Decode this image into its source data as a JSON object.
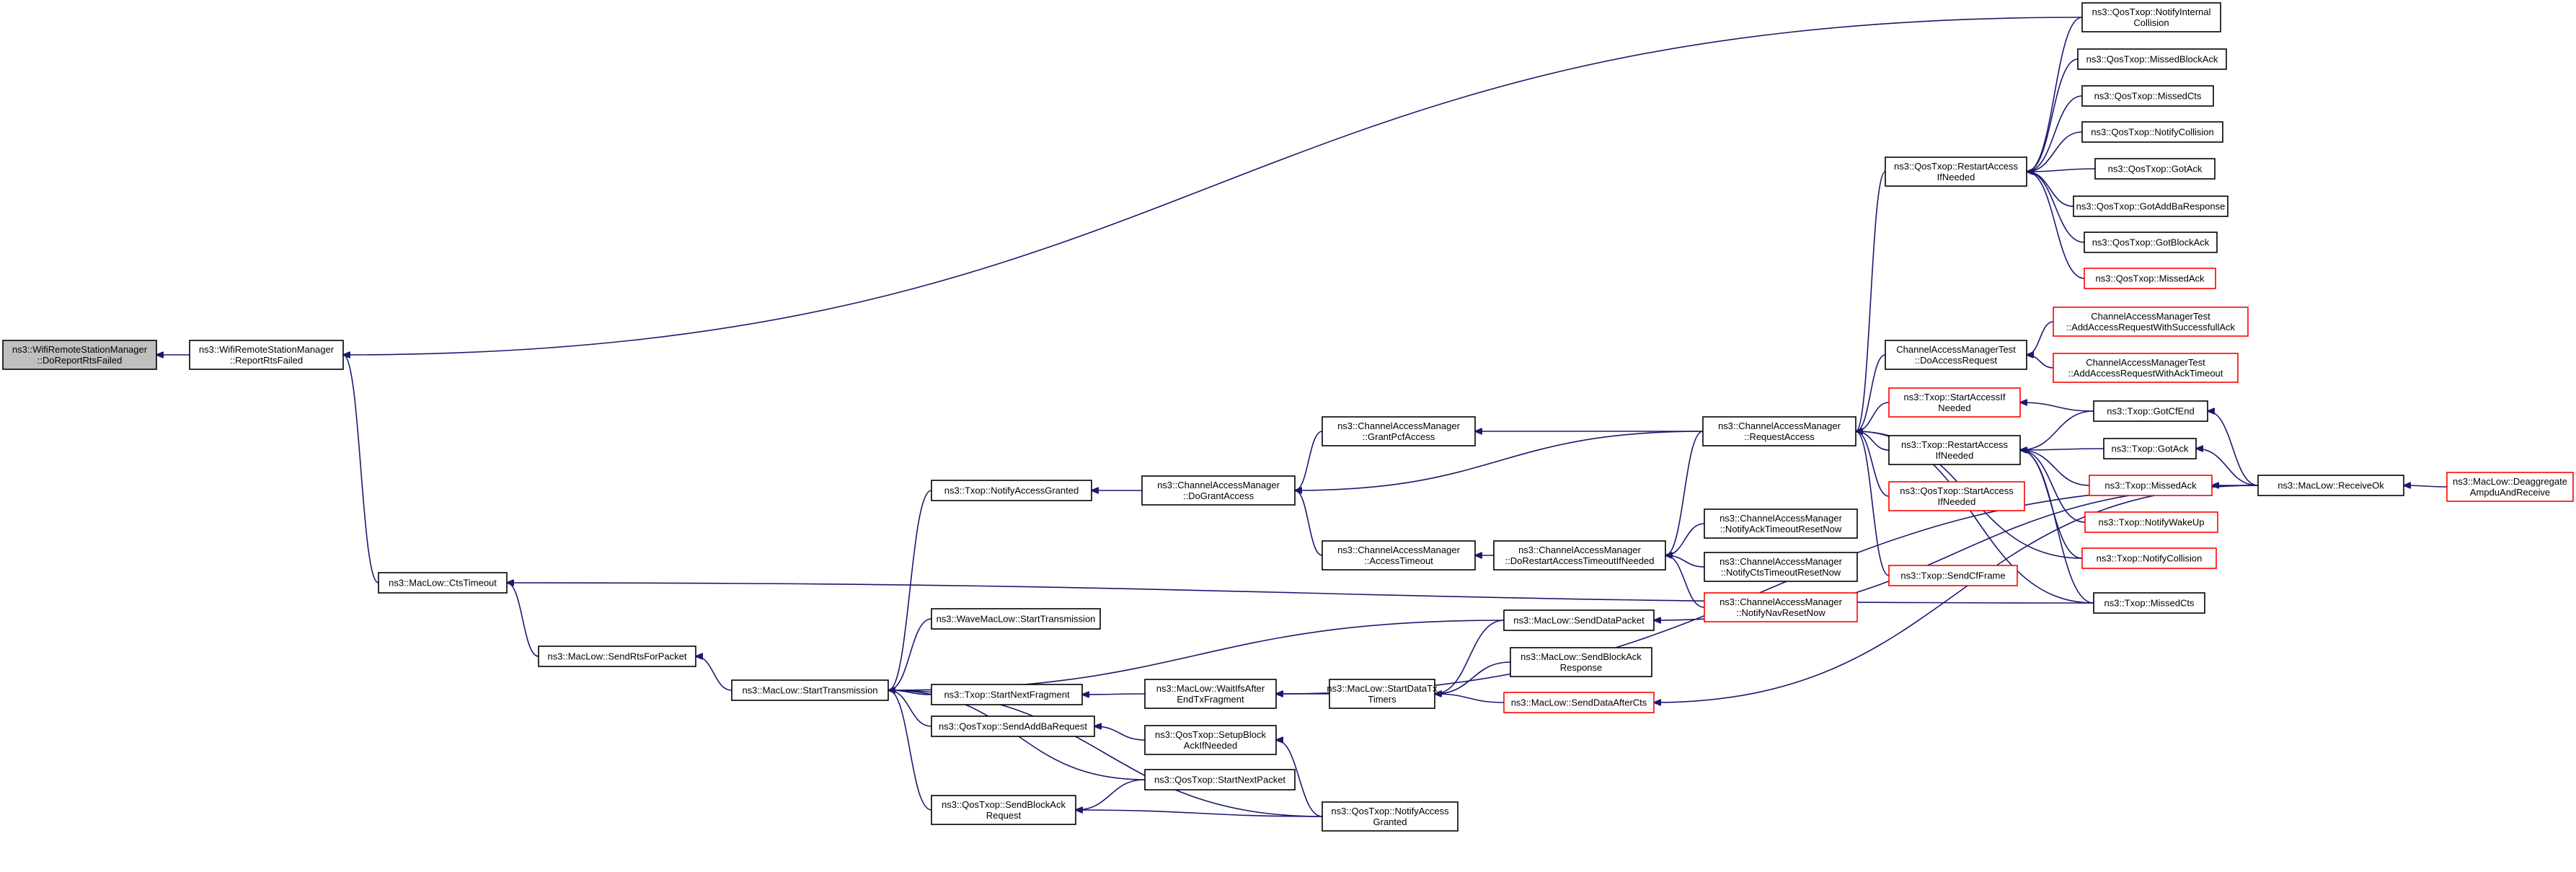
{
  "colors": {
    "edge": "#191970",
    "node_border": "#000000",
    "truncated_border": "#ff0000",
    "root_fill": "#bfbfbf",
    "background": "#ffffff"
  },
  "nodes": {
    "n_root": [
      "ns3::WifiRemoteStationManager",
      "::DoReportRtsFailed"
    ],
    "n_rrf": [
      "ns3::WifiRemoteStationManager",
      "::ReportRtsFailed"
    ],
    "n_ctsto": [
      "ns3::MacLow::CtsTimeout"
    ],
    "n_srfp": [
      "ns3::MacLow::SendRtsForPacket"
    ],
    "n_st": [
      "ns3::MacLow::StartTransmission"
    ],
    "n_nag": [
      "ns3::Txop::NotifyAccessGranted"
    ],
    "n_wst": [
      "ns3::WaveMacLow::StartTransmission"
    ],
    "n_tsnf": [
      "ns3::Txop::StartNextFragment"
    ],
    "n_qsabr": [
      "ns3::QosTxop::SendAddBaRequest"
    ],
    "n_qsbar": [
      "ns3::QosTxop::SendBlockAck",
      "Request"
    ],
    "n_dga": [
      "ns3::ChannelAccessManager",
      "::DoGrantAccess"
    ],
    "n_gpa": [
      "ns3::ChannelAccessManager",
      "::GrantPcfAccess"
    ],
    "n_at": [
      "ns3::ChannelAccessManager",
      "::AccessTimeout"
    ],
    "n_wiaetf": [
      "ns3::MacLow::WaitIfsAfter",
      "EndTxFragment"
    ],
    "n_qssban": [
      "ns3::QosTxop::SetupBlock",
      "AckIfNeeded"
    ],
    "n_qsnf": [
      "ns3::QosTxop::StartNextPacket"
    ],
    "n_qnag": [
      "ns3::QosTxop::NotifyAccess",
      "Granted"
    ],
    "n_sdt": [
      "ns3::MacLow::StartDataTx",
      "Timers"
    ],
    "n_ra": [
      "ns3::ChannelAccessManager",
      "::RequestAccess"
    ],
    "n_drati": [
      "ns3::ChannelAccessManager",
      "::DoRestartAccessTimeoutIfNeeded"
    ],
    "n_sdp": [
      "ns3::MacLow::SendDataPacket"
    ],
    "n_sbar": [
      "ns3::MacLow::SendBlockAck",
      "Response"
    ],
    "n_sdac": [
      "ns3::MacLow::SendDataAfterCts"
    ],
    "n_natr": [
      "ns3::ChannelAccessManager",
      "::NotifyAckTimeoutResetNow"
    ],
    "n_nctr": [
      "ns3::ChannelAccessManager",
      "::NotifyCtsTimeoutResetNow"
    ],
    "n_nnr": [
      "ns3::ChannelAccessManager",
      "::NotifyNavResetNow"
    ],
    "n_qrai": [
      "ns3::QosTxop::RestartAccess",
      "IfNeeded"
    ],
    "n_camt": [
      "ChannelAccessManagerTest",
      "::DoAccessRequest"
    ],
    "n_tsai": [
      "ns3::Txop::StartAccessIf",
      "Needed"
    ],
    "n_trai": [
      "ns3::Txop::RestartAccess",
      "IfNeeded"
    ],
    "n_qsai": [
      "ns3::QosTxop::StartAccess",
      "IfNeeded"
    ],
    "n_tscf": [
      "ns3::Txop::SendCfFrame"
    ],
    "n_qnic": [
      "ns3::QosTxop::NotifyInternal",
      "Collision"
    ],
    "n_qmba": [
      "ns3::QosTxop::MissedBlockAck"
    ],
    "n_qmc": [
      "ns3::QosTxop::MissedCts"
    ],
    "n_qnc": [
      "ns3::QosTxop::NotifyCollision"
    ],
    "n_qga": [
      "ns3::QosTxop::GotAck"
    ],
    "n_qgabr": [
      "ns3::QosTxop::GotAddBaResponse"
    ],
    "n_qgba": [
      "ns3::QosTxop::GotBlockAck"
    ],
    "n_qma": [
      "ns3::QosTxop::MissedAck"
    ],
    "n_camt1": [
      "ChannelAccessManagerTest",
      "::AddAccessRequestWithSuccessfullAck"
    ],
    "n_camt2": [
      "ChannelAccessManagerTest",
      "::AddAccessRequestWithAckTimeout"
    ],
    "n_tgce": [
      "ns3::Txop::GotCfEnd"
    ],
    "n_tga": [
      "ns3::Txop::GotAck"
    ],
    "n_tma": [
      "ns3::Txop::MissedAck"
    ],
    "n_tnwu": [
      "ns3::Txop::NotifyWakeUp"
    ],
    "n_tnc": [
      "ns3::Txop::NotifyCollision"
    ],
    "n_tmc": [
      "ns3::Txop::MissedCts"
    ],
    "n_ro": [
      "ns3::MacLow::ReceiveOk"
    ],
    "n_dar": [
      "ns3::MacLow::Deaggregate",
      "AmpduAndReceive"
    ]
  }
}
